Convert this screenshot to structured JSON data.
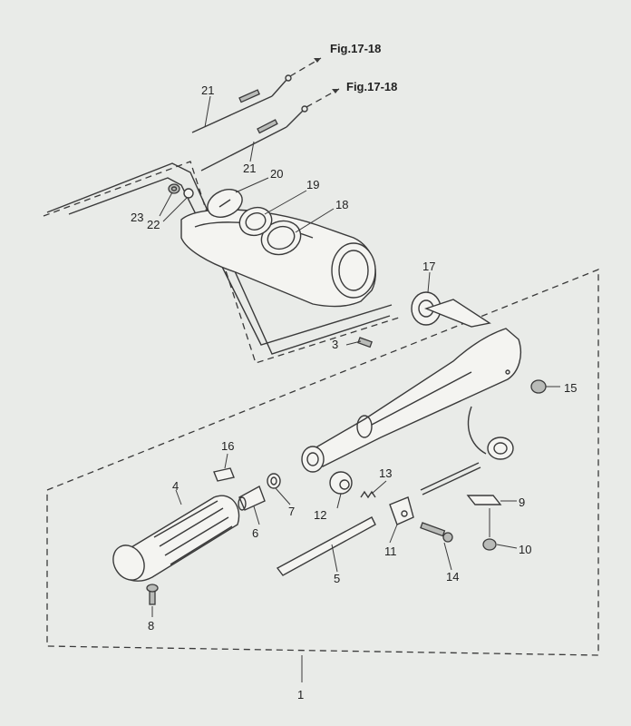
{
  "refs": {
    "upper": "Fig.17-18",
    "lower": "Fig.17-18"
  },
  "callouts": {
    "c1": "1",
    "c3": "3",
    "c4": "4",
    "c5": "5",
    "c6": "6",
    "c7": "7",
    "c8": "8",
    "c9": "9",
    "c10": "10",
    "c11": "11",
    "c12": "12",
    "c13": "13",
    "c14": "14",
    "c15": "15",
    "c16": "16",
    "c17": "17",
    "c18": "18",
    "c19": "19",
    "c20": "20",
    "c21a": "21",
    "c21b": "21",
    "c22": "22",
    "c23": "23"
  }
}
